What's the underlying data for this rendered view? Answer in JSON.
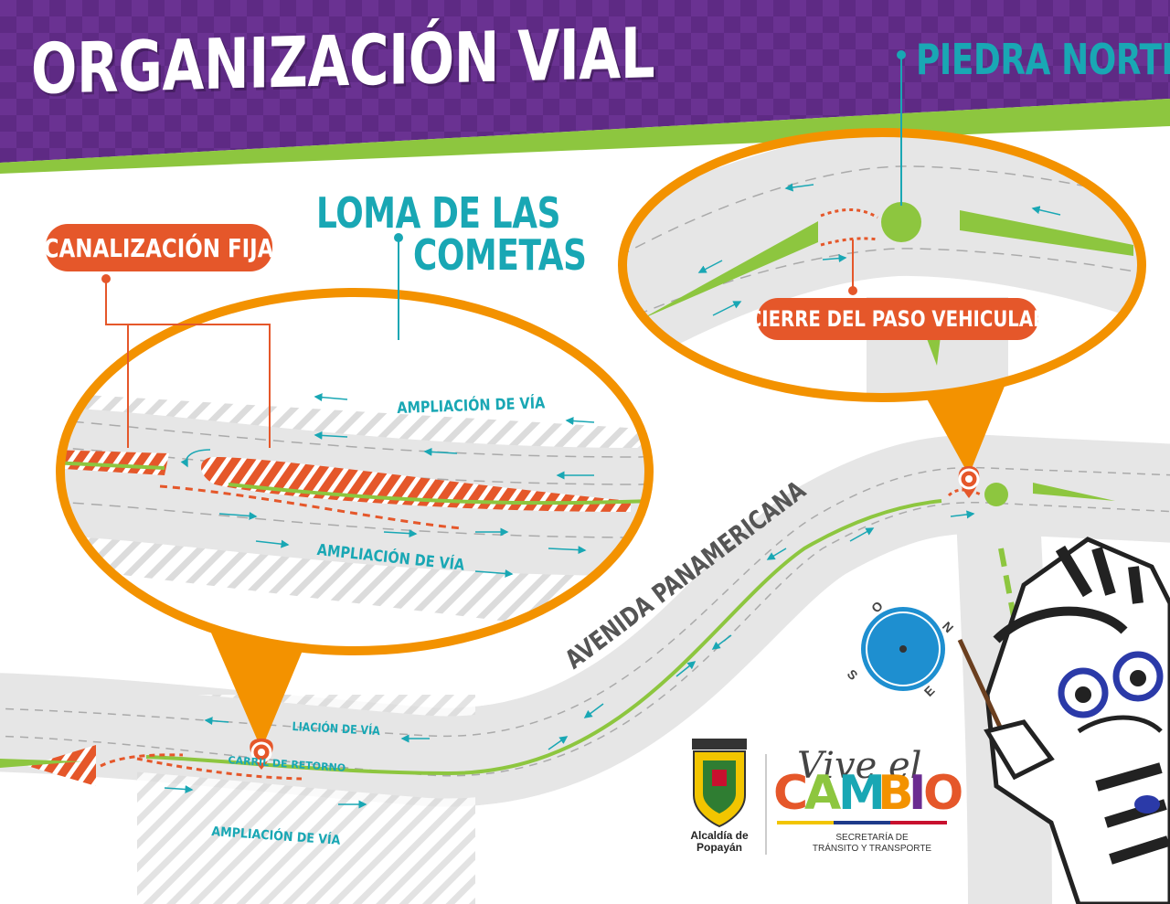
{
  "title": "ORGANIZACIÓN VIAL",
  "locations": {
    "piedra_norte": "PIEDRA NORTE",
    "loma_line1": "LOMA DE LAS",
    "loma_line2": "COMETAS"
  },
  "callouts": {
    "canalizacion": "CANALIZACIÓN FIJA",
    "cierre": "CIERRE DEL PASO VEHICULAR"
  },
  "road_labels": {
    "ampliacion_top": "AMPLIACIÓN DE VÍA",
    "ampliacion_bottom": "AMPLIACIÓN DE VÍA",
    "ampliacion_map_top": "LIACIÓN DE VÍA",
    "carril_retorno": "CARRIL DE RETORNO",
    "ampliacion_map_bottom": "AMPLIACIÓN DE VÍA",
    "avenida": "AVENIDA PANAMERICANA"
  },
  "compass": {
    "n": "N",
    "s": "S",
    "e": "E",
    "o": "O"
  },
  "logos": {
    "alcaldia": "Alcaldía de Popayán",
    "vive": "Vive el",
    "cambio": [
      "C",
      "A",
      "M",
      "B",
      "I",
      "O"
    ],
    "cambio_colors": [
      "#e5572a",
      "#8dc63f",
      "#19a7b4",
      "#f39200",
      "#6b2c91",
      "#e5572a"
    ],
    "secretaria_line1": "SECRETARÍA DE",
    "secretaria_line2": "TRÁNSITO Y TRANSPORTE"
  },
  "colors": {
    "purple": "#5e2a84",
    "green": "#8dc63f",
    "orange": "#f39200",
    "red_orange": "#e5572a",
    "teal": "#19a7b4",
    "road": "#e6e6e6"
  },
  "icons": [
    "map-pin-icon",
    "compass-icon",
    "zebra-mascot-icon"
  ]
}
